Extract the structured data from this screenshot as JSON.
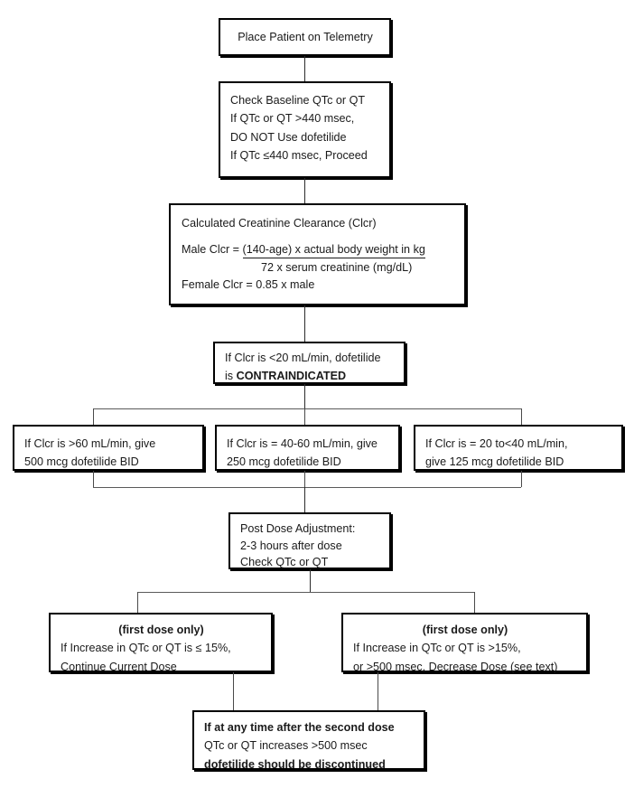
{
  "diagram": {
    "title": "Dofetilide Dosing and QTc Monitoring Algorithm",
    "nodes": {
      "telemetry": {
        "lines": [
          "Place Patient on Telemetry"
        ]
      },
      "baseline_qtc": {
        "lines": [
          "Check Baseline QTc or QT",
          "If QTc or QT >440 msec,",
          "DO NOT Use dofetilide",
          "If QTc ≤440 msec, Proceed"
        ]
      },
      "creatinine_clearance": {
        "heading": "Calculated Creatinine Clearance (Clcr)",
        "male_label": "Male Clcr = ",
        "numerator": "(140-age) x actual body weight in kg",
        "denominator": "72 x serum creatinine (mg/dL)",
        "female_line": "Female Clcr = 0.85 x male"
      },
      "contraindicated": {
        "line1": "If Clcr is <20 mL/min, dofetilide",
        "line2_prefix": "is ",
        "line2_bold": "CONTRAINDICATED"
      },
      "dose_high": {
        "lines": [
          "If Clcr is >60 mL/min, give",
          "500 mcg dofetilide BID"
        ]
      },
      "dose_mid": {
        "lines": [
          "If Clcr is = 40-60 mL/min, give",
          "250 mcg dofetilide BID"
        ]
      },
      "dose_low": {
        "lines": [
          "If Clcr is = 20 to<40 mL/min,",
          "give 125 mcg dofetilide BID"
        ]
      },
      "post_dose": {
        "lines": [
          "Post Dose Adjustment:",
          "2-3 hours after dose",
          "Check QTc or QT"
        ]
      },
      "continue_dose": {
        "header": "(first dose only)",
        "lines": [
          "If Increase in QTc or QT is ≤ 15%,",
          "Continue Current Dose"
        ]
      },
      "decrease_dose": {
        "header": "(first dose only)",
        "lines": [
          "If Increase in QTc or QT is >15%,",
          "or >500 msec, Decrease Dose (see text)"
        ]
      },
      "discontinue": {
        "line1_bold": "If at any time after the second dose",
        "line2": "QTc or QT increases >500 msec",
        "line3_bold": "dofetilide should be discontinued"
      }
    },
    "colors": {
      "border": "#000000",
      "background": "#ffffff",
      "text": "#1a1a1a",
      "connector": "#4a4a4a"
    }
  }
}
